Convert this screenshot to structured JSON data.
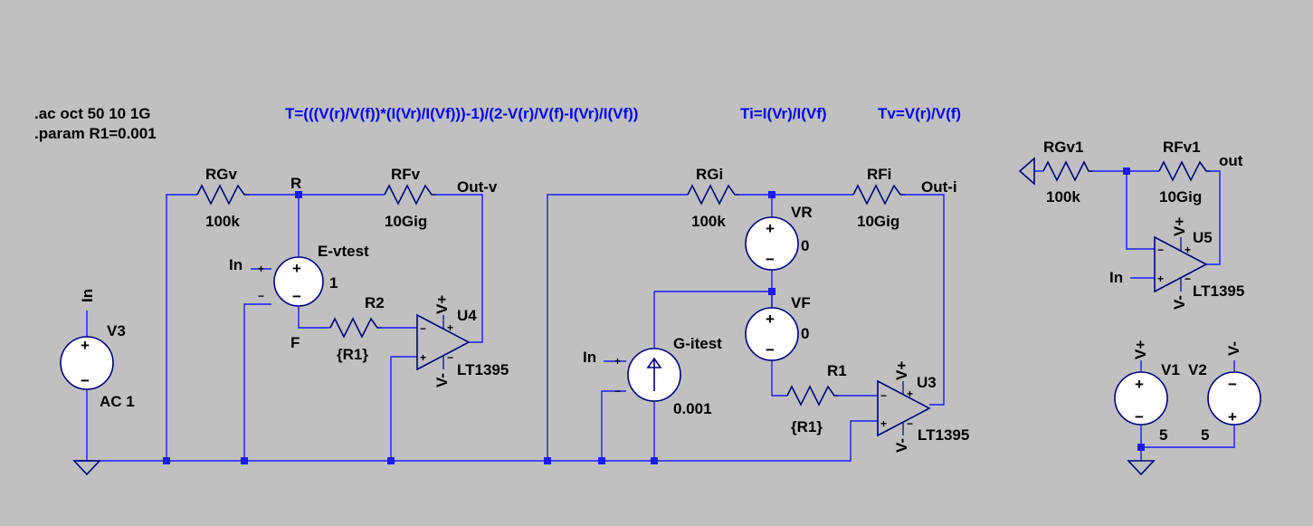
{
  "directives": {
    "ac": ".ac oct 50 10 1G",
    "param": ".param R1=0.001",
    "eq_t": "T=(((V(r)/V(f))*(I(Vr)/I(Vf)))-1)/(2-V(r)/V(f)-I(Vr)/I(Vf))",
    "eq_ti": "Ti=I(Vr)/I(Vf)",
    "eq_tv": "Tv=V(r)/V(f)"
  },
  "components": {
    "v3": {
      "name": "V3",
      "value": "AC 1",
      "net": "In"
    },
    "rgv": {
      "name": "RGv",
      "value": "100k"
    },
    "rfv": {
      "name": "RFv",
      "value": "10Gig"
    },
    "evtest": {
      "name": "E-vtest",
      "value": "1",
      "in_label": "In"
    },
    "r2": {
      "name": "R2",
      "value": "{R1}"
    },
    "u4": {
      "name": "U4",
      "part": "LT1395",
      "vplus": "V+",
      "vminus": "V-"
    },
    "rgi": {
      "name": "RGi",
      "value": "100k"
    },
    "rfi": {
      "name": "RFi",
      "value": "10Gig"
    },
    "vr": {
      "name": "VR",
      "value": "0"
    },
    "vf": {
      "name": "VF",
      "value": "0"
    },
    "gitest": {
      "name": "G-itest",
      "value": "0.001",
      "in_label": "In"
    },
    "r1": {
      "name": "R1",
      "value": "{R1}"
    },
    "u3": {
      "name": "U3",
      "part": "LT1395",
      "vplus": "V+",
      "vminus": "V-"
    },
    "rgv1": {
      "name": "RGv1",
      "value": "100k"
    },
    "rfv1": {
      "name": "RFv1",
      "value": "10Gig"
    },
    "u5": {
      "name": "U5",
      "part": "LT1395",
      "vplus": "V+",
      "vminus": "V-",
      "in_label": "In"
    },
    "v1": {
      "name": "V1",
      "value": "5",
      "net": "V+"
    },
    "v2": {
      "name": "V2",
      "value": "5",
      "net": "V-"
    }
  },
  "nets": {
    "r": "R",
    "f": "F",
    "out_v": "Out-v",
    "out_i": "Out-i",
    "out": "out"
  },
  "symbols": {
    "plus": "+",
    "minus": "−"
  },
  "colors": {
    "background": "#c0c0c0",
    "wire": "#1a1aff",
    "symbol": "#000080",
    "directive": "#0000ff",
    "text": "#000000"
  }
}
